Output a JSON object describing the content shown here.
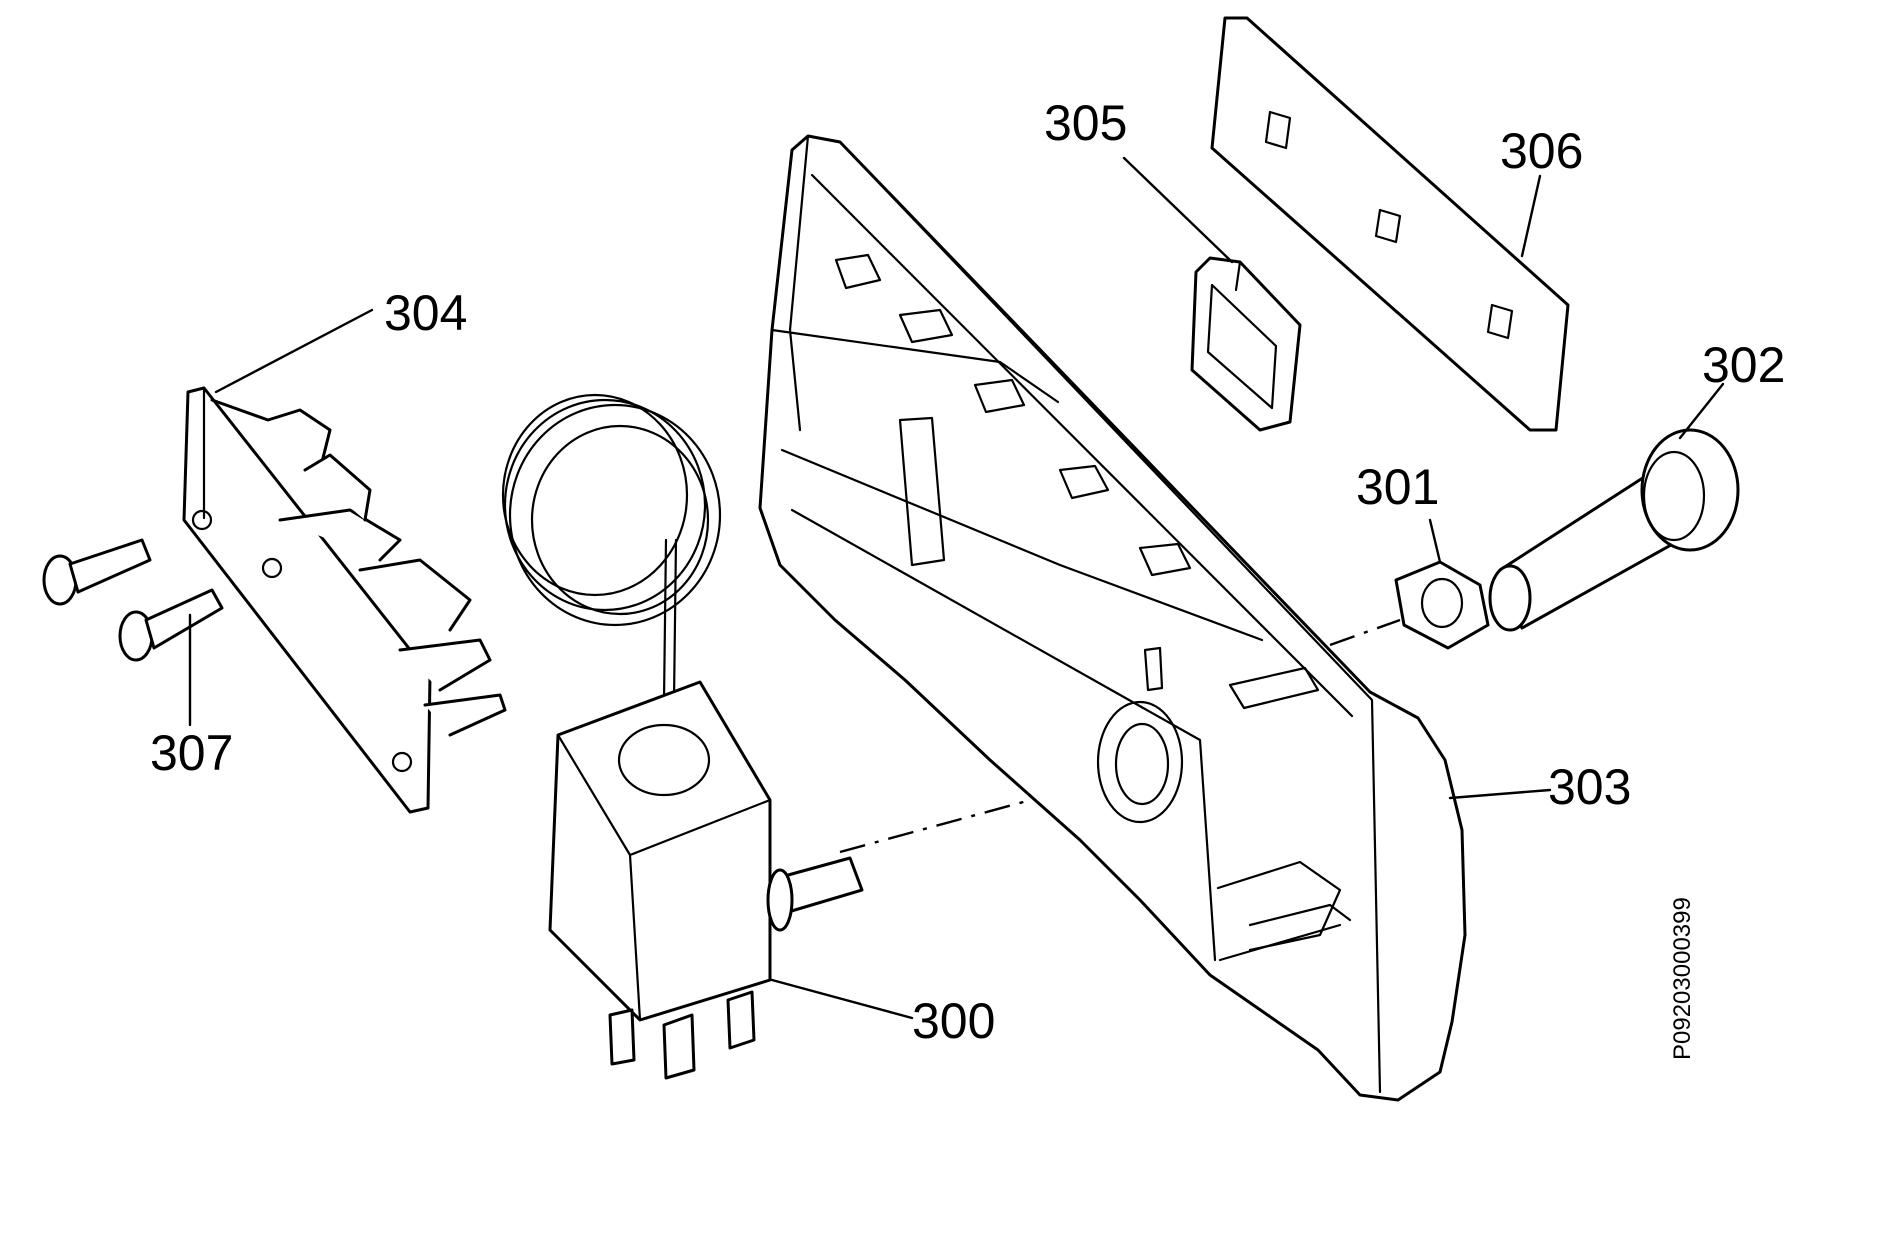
{
  "diagram": {
    "parts": [
      {
        "number": "300",
        "kind": "thermostat-with-capillary"
      },
      {
        "number": "301",
        "kind": "hex-nut"
      },
      {
        "number": "302",
        "kind": "control-knob"
      },
      {
        "number": "303",
        "kind": "control-panel-housing"
      },
      {
        "number": "304",
        "kind": "indicator-lens"
      },
      {
        "number": "305",
        "kind": "switch-board"
      },
      {
        "number": "306",
        "kind": "decor-plate"
      },
      {
        "number": "307",
        "kind": "screw"
      }
    ],
    "drawing_code": "P09203000399"
  }
}
